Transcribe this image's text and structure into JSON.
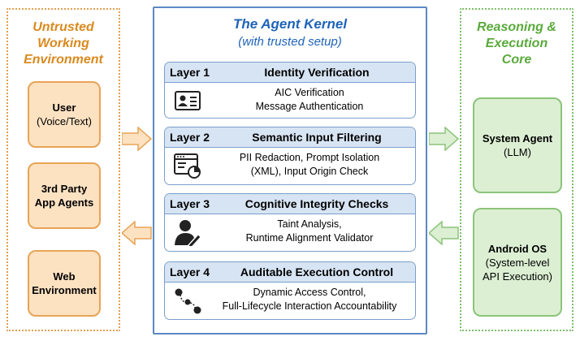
{
  "left_panel": {
    "title": [
      "Untrusted",
      "Working",
      "Environment"
    ],
    "boxes": [
      {
        "title": "User",
        "subtitle": "(Voice/Text)"
      },
      {
        "title": "3rd Party",
        "subtitle": "App Agents"
      },
      {
        "title": "Web",
        "subtitle": "Environment"
      }
    ]
  },
  "kernel": {
    "title": "The Agent Kernel",
    "subtitle": "(with trusted setup)",
    "layers": [
      {
        "number": "Layer 1",
        "name": "Identity Verification",
        "lines": [
          "AIC Verification",
          "Message Authentication"
        ],
        "icon": "id-card-icon"
      },
      {
        "number": "Layer 2",
        "name": "Semantic Input Filtering",
        "lines": [
          "PII Redaction, Prompt Isolation",
          "(XML), Input Origin Check"
        ],
        "icon": "filter-window-icon"
      },
      {
        "number": "Layer 3",
        "name": "Cognitive Integrity Checks",
        "lines": [
          "Taint Analysis,",
          "Runtime Alignment Validator"
        ],
        "icon": "user-edit-icon"
      },
      {
        "number": "Layer 4",
        "name": "Auditable Execution Control",
        "lines": [
          "Dynamic Access Control,",
          "Full-Lifecycle Interaction Accountability"
        ],
        "icon": "flow-nodes-icon"
      }
    ]
  },
  "right_panel": {
    "title": [
      "Reasoning &",
      "Execution",
      "Core"
    ],
    "boxes": [
      {
        "title": "System Agent",
        "subtitle": "(LLM)"
      },
      {
        "title": "Android OS",
        "subtitle": "(System-level",
        "subtitle2": "API Execution)"
      }
    ]
  },
  "colors": {
    "orange_border": "#e7a456",
    "orange_fill": "#fde2c2",
    "green_border": "#8cc47a",
    "green_fill": "#dcefd3",
    "kernel_blue": "#1f63b8",
    "layer_header": "#d7e4f3"
  }
}
